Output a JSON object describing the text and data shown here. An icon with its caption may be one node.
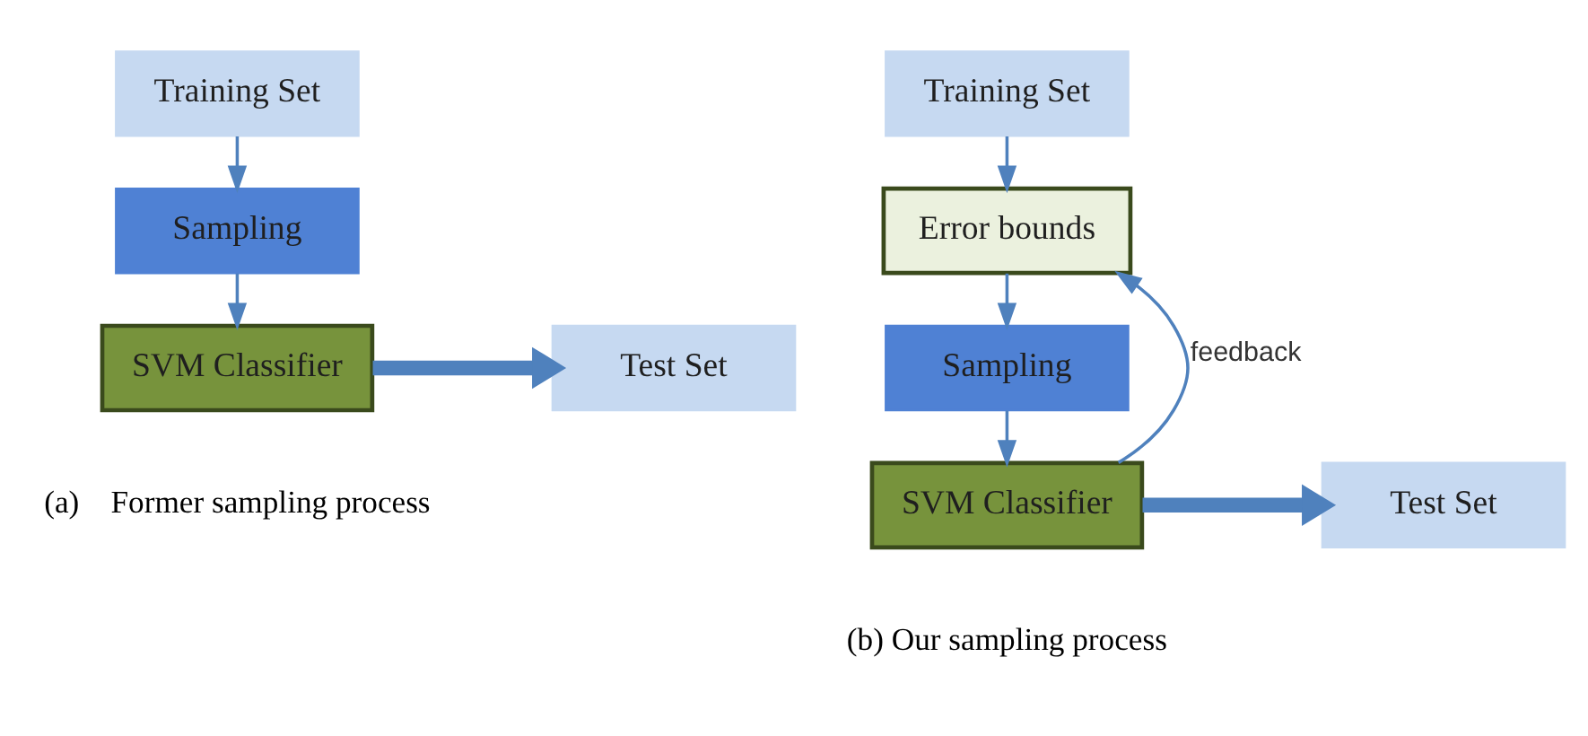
{
  "diagram": {
    "nodes": [
      {
        "text": [
          "Training Set"
        ]
      },
      {
        "text": [
          "Sampling"
        ]
      },
      {
        "text": [
          "SVM Classifier"
        ]
      },
      {
        "text": [
          "Test Set"
        ]
      },
      {
        "text": [
          "Training Set"
        ]
      },
      {
        "text": [
          "Error bounds"
        ]
      },
      {
        "text": [
          "Sampling"
        ]
      },
      {
        "text": [
          "SVM Classifier"
        ]
      },
      {
        "text": [
          "Test Set"
        ]
      }
    ],
    "edges": [
      {
        "from": 0,
        "to": 1,
        "arrow": "to"
      },
      {
        "from": 1,
        "to": 2,
        "arrow": "to"
      },
      {
        "from": 2,
        "to": 3,
        "arrow": "to",
        "style": "thick"
      },
      {
        "from": 4,
        "to": 5,
        "arrow": "to"
      },
      {
        "from": 5,
        "to": 6,
        "arrow": "to"
      },
      {
        "from": 6,
        "to": 7,
        "arrow": "to"
      },
      {
        "from": 7,
        "to": 8,
        "arrow": "to",
        "style": "thick"
      },
      {
        "from": 7,
        "to": 5,
        "arrow": "to",
        "label": "feedback"
      }
    ],
    "labels": [
      "(a)    Former sampling process",
      "(b) Our sampling process"
    ]
  }
}
